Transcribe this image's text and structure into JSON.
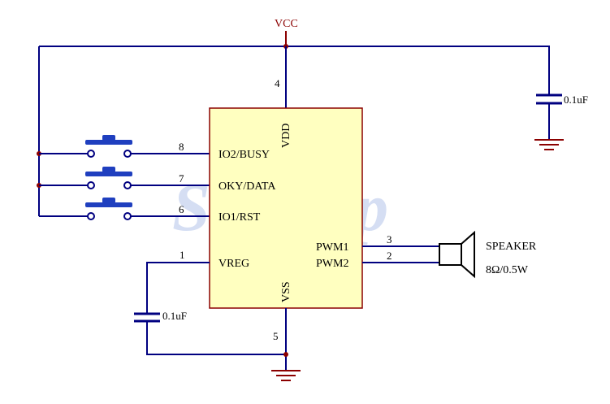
{
  "colors": {
    "wire": "#000080",
    "vcc": "#8b0000",
    "chip_fill": "#ffffc0",
    "chip_border": "#8b0000",
    "button": "#1f3fbf",
    "watermark": "#c8d4f0"
  },
  "watermark": "STChip",
  "power": {
    "vcc": "VCC"
  },
  "chip": {
    "vdd": "VDD",
    "vss": "VSS",
    "pins": {
      "vdd": "4",
      "io2": "8",
      "okey": "7",
      "io1": "6",
      "vreg": "1",
      "pwm1": "3",
      "pwm2": "2",
      "vss": "5"
    },
    "labels": {
      "io2": "IO2/BUSY",
      "okey": "OKY/DATA",
      "io1": "IO1/RST",
      "vreg": "VREG",
      "pwm1": "PWM1",
      "pwm2": "PWM2"
    }
  },
  "caps": {
    "top": "0.1uF",
    "bottom": "0.1uF"
  },
  "speaker": {
    "name": "SPEAKER",
    "rating": "8Ω/0.5W"
  }
}
